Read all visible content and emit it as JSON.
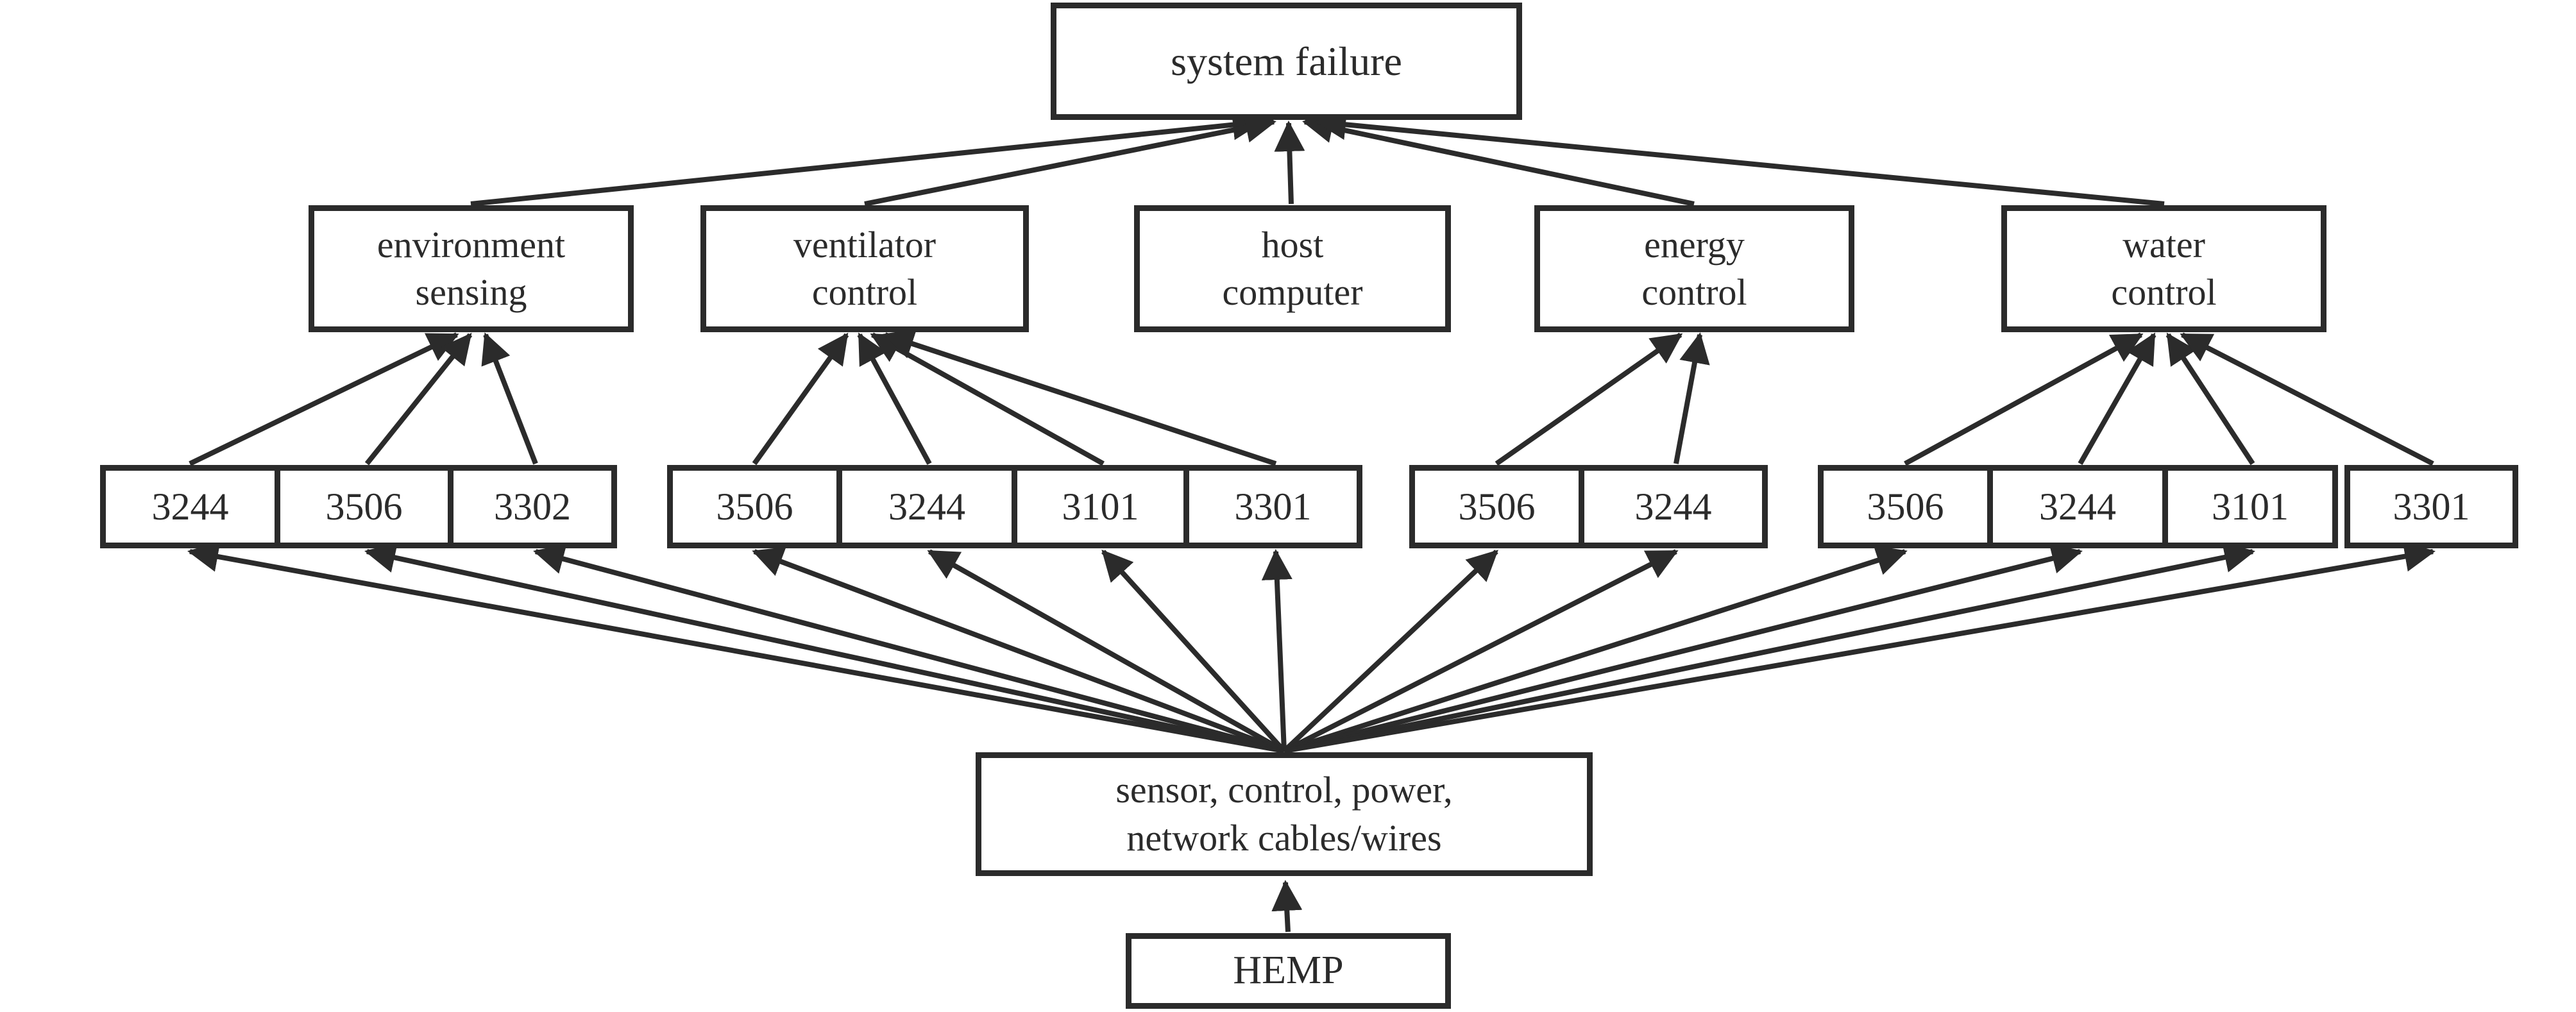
{
  "nodes": {
    "root": "system failure",
    "categories": [
      {
        "name": "environment sensing",
        "lines": [
          "environment",
          "sensing"
        ],
        "children": [
          "3244",
          "3506",
          "3302"
        ]
      },
      {
        "name": "ventilator control",
        "lines": [
          "ventilator",
          "control"
        ],
        "children": [
          "3506",
          "3244",
          "3101",
          "3301"
        ]
      },
      {
        "name": "host computer",
        "lines": [
          "host",
          "computer"
        ],
        "children": []
      },
      {
        "name": "energy control",
        "lines": [
          "energy",
          "control"
        ],
        "children": [
          "3506",
          "3244"
        ]
      },
      {
        "name": "water control",
        "lines": [
          "water",
          "control"
        ],
        "children": [
          "3506",
          "3244",
          "3101",
          "3301"
        ]
      }
    ],
    "source": {
      "lines": [
        "sensor, control, power,",
        "network cables/wires"
      ]
    },
    "origin": "HEMP"
  },
  "connections": {
    "origin_to_source": "HEMP -> sensor, control, power, network cables/wires",
    "source_to_leaves": "cables/wires box fans out to every numbered module box",
    "leaves_to_categories": "each numbered module points to its category box",
    "categories_to_root": "all five category boxes point to system failure",
    "arrow_direction": "upward"
  },
  "colors": {
    "ink": "#2b2b2b",
    "background": "#ffffff"
  }
}
